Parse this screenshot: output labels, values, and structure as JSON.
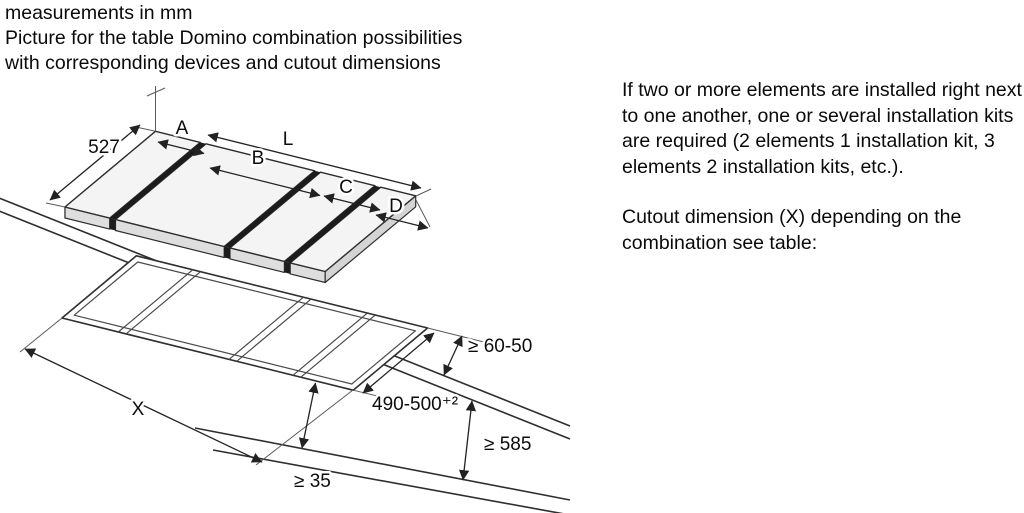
{
  "header": {
    "line1": "measurements in mm",
    "line2": "Picture for the table Domino combination possibilities",
    "line3": "with corresponding devices and cutout dimensions"
  },
  "note": {
    "para1": "If two or more elements are installed right next to one another, one or several installation kits are required (2 elements 1 installation kit, 3 elements 2 installation kits, etc.).",
    "para2": "Cutout dimension (X) depending on the combination see table:"
  },
  "diagram": {
    "labels": {
      "width_527": "527",
      "dim_a": "A",
      "dim_l": "L",
      "dim_b": "B",
      "dim_c": "C",
      "dim_d": "D",
      "dim_x": "X",
      "rear_clearance": "≥ 60-50",
      "cutout_depth": "490-500⁺²",
      "worktop_depth": "≥ 585",
      "front_clearance": "≥ 35"
    }
  }
}
